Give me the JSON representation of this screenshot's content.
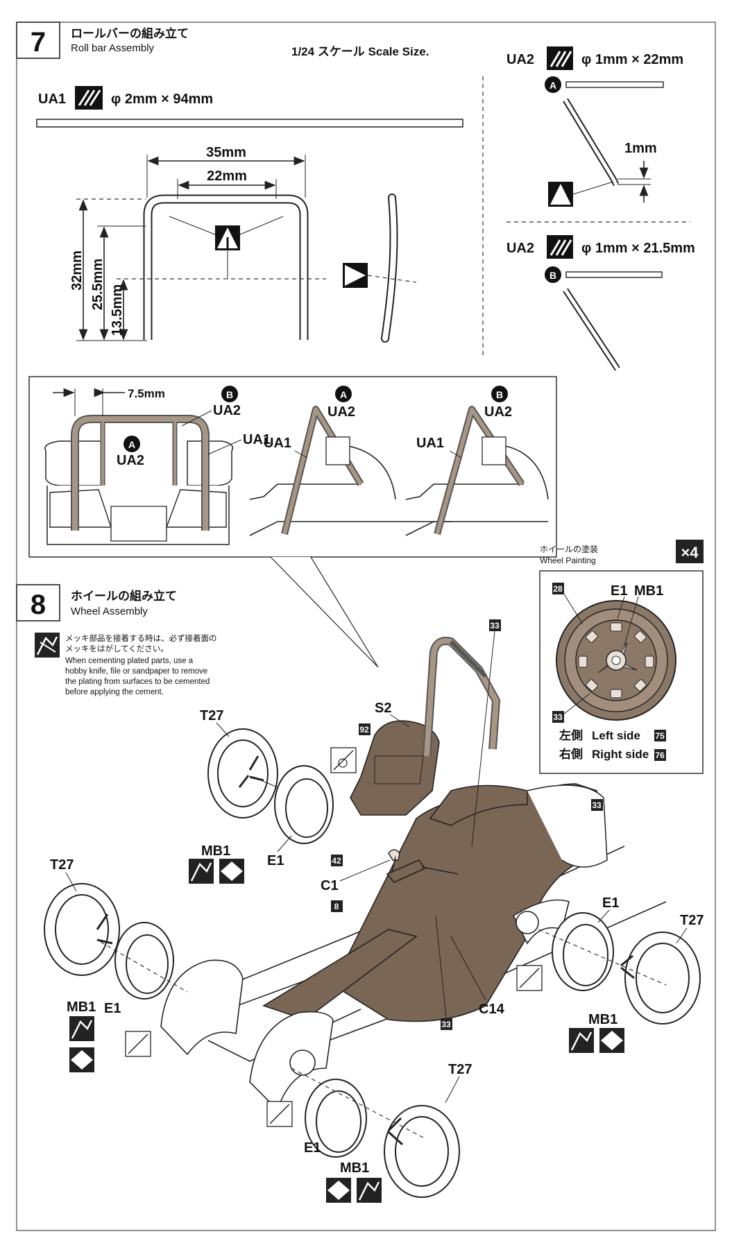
{
  "steps": [
    {
      "number": "7",
      "title_ja": "ロールバーの組み立て",
      "title_en": "Roll bar Assembly"
    },
    {
      "number": "8",
      "title_ja": "ホイールの組み立て",
      "title_en": "Wheel Assembly"
    }
  ],
  "scale_note": "1/24 スケール  Scale Size.",
  "parts": {
    "ua1": {
      "code": "UA1",
      "spec": "φ 2mm × 94mm"
    },
    "ua2_a": {
      "code": "UA2",
      "spec": "φ 1mm × 22mm",
      "marker": "A"
    },
    "ua2_b": {
      "code": "UA2",
      "spec": "φ 1mm × 21.5mm",
      "marker": "B"
    }
  },
  "dimensions": {
    "width_outer": "35mm",
    "width_inner": "22mm",
    "height_total": "32mm",
    "height_mid": "25.5mm",
    "height_low": "13.5mm",
    "bend_offset": "1mm",
    "leg_spacing": "7.5mm"
  },
  "detail_labels": {
    "b": "B",
    "a": "A",
    "ua2": "UA2",
    "ua1": "UA1"
  },
  "wheel_painting": {
    "title_ja": "ホイールの塗装",
    "title_en": "Wheel Painting",
    "multiplier": "×4",
    "labels": [
      "E1",
      "MB1"
    ],
    "color_outer": "28",
    "color_center": "33",
    "left_ja": "左側",
    "left_en": "Left side",
    "left_color": "75",
    "right_ja": "右側",
    "right_en": "Right side",
    "right_color": "76"
  },
  "caution": {
    "ja_line1": "メッキ部品を接着する時は、必ず接着面の",
    "ja_line2": "メッキをはがしてください。",
    "en_line1": "When cementing plated parts, use a",
    "en_line2": "hobby knife, file or sandpaper to remove",
    "en_line3": "the plating from surfaces to be cemented",
    "en_line4": "before applying the cement."
  },
  "assembly_labels": {
    "s2": "S2",
    "c1": "C1",
    "c14": "C14",
    "t27": "T27",
    "mb1": "MB1",
    "e1": "E1",
    "c33": "33",
    "c92": "92",
    "c42": "42",
    "c8": "8"
  },
  "colors": {
    "ink": "#111111",
    "body_paint": "#7a6655",
    "paint_box": "#222222"
  }
}
